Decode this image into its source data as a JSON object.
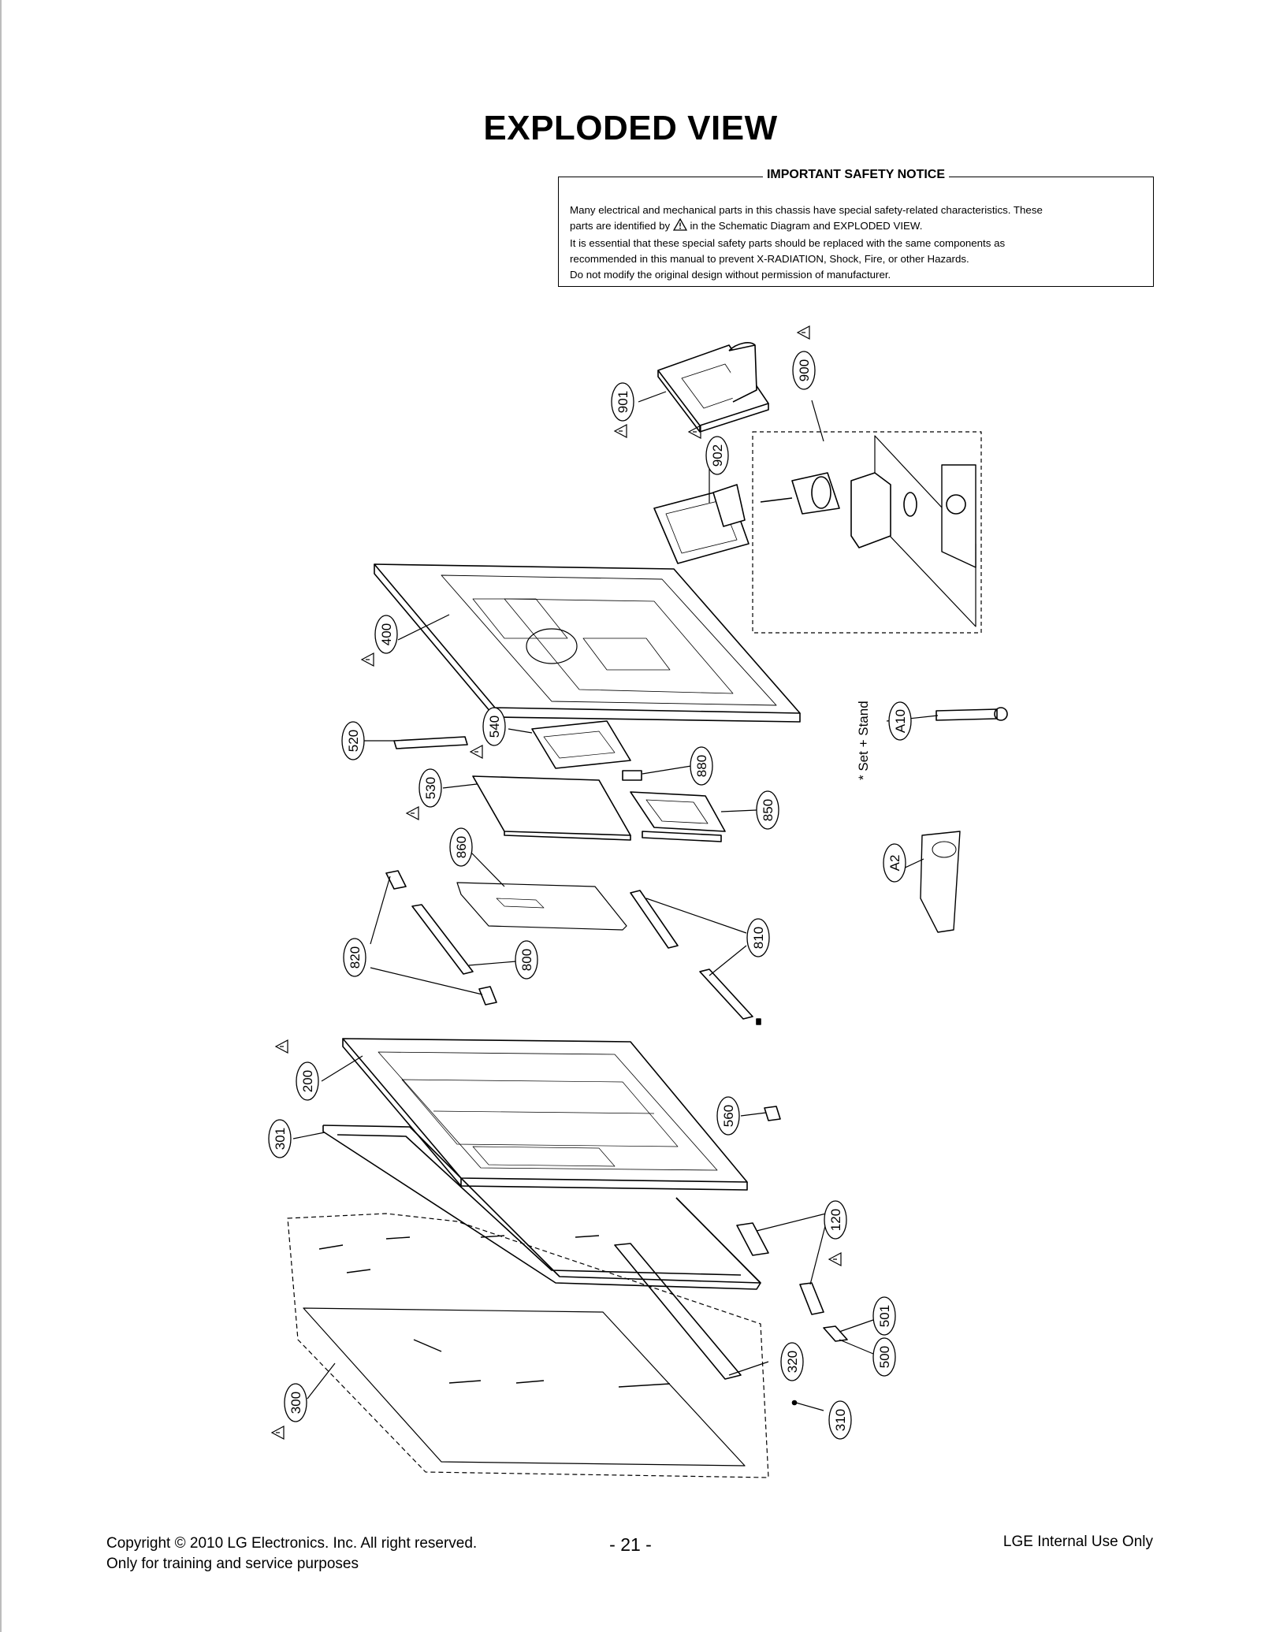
{
  "page": {
    "title": "EXPLODED VIEW"
  },
  "notice": {
    "heading": "IMPORTANT SAFETY NOTICE",
    "line1": "Many electrical and mechanical parts in this chassis have special safety-related characteristics. These",
    "line2_pre": "parts are identified by",
    "line2_post": "in the Schematic Diagram and EXPLODED VIEW.",
    "line3": "It is essential that these special safety parts should be replaced with the same components as",
    "line4": "recommended in this manual to prevent X-RADIATION, Shock, Fire, or other Hazards.",
    "line5": "Do not modify the original design without permission of manufacturer."
  },
  "diagram": {
    "set_stand_note": "* Set + Stand",
    "callouts": [
      {
        "label": "901",
        "warning": true
      },
      {
        "label": "900",
        "warning": true
      },
      {
        "label": "902",
        "warning": true
      },
      {
        "label": "400",
        "warning": true
      },
      {
        "label": "520",
        "warning": false
      },
      {
        "label": "540",
        "warning": true
      },
      {
        "label": "880",
        "warning": false
      },
      {
        "label": "530",
        "warning": true
      },
      {
        "label": "850",
        "warning": false
      },
      {
        "label": "A10",
        "warning": false
      },
      {
        "label": "860",
        "warning": false
      },
      {
        "label": "A2",
        "warning": false
      },
      {
        "label": "820",
        "warning": false
      },
      {
        "label": "800",
        "warning": false
      },
      {
        "label": "810",
        "warning": false
      },
      {
        "label": "200",
        "warning": true
      },
      {
        "label": "560",
        "warning": false
      },
      {
        "label": "301",
        "warning": false
      },
      {
        "label": "120",
        "warning": true
      },
      {
        "label": "501",
        "warning": false
      },
      {
        "label": "320",
        "warning": false
      },
      {
        "label": "500",
        "warning": false
      },
      {
        "label": "300",
        "warning": true
      },
      {
        "label": "310",
        "warning": false
      }
    ]
  },
  "footer": {
    "copyright": "Copyright  © 2010 LG Electronics. Inc. All right reserved.",
    "purpose": "Only for training and service purposes",
    "page_number": "- 21 -",
    "internal": "LGE Internal Use Only"
  }
}
